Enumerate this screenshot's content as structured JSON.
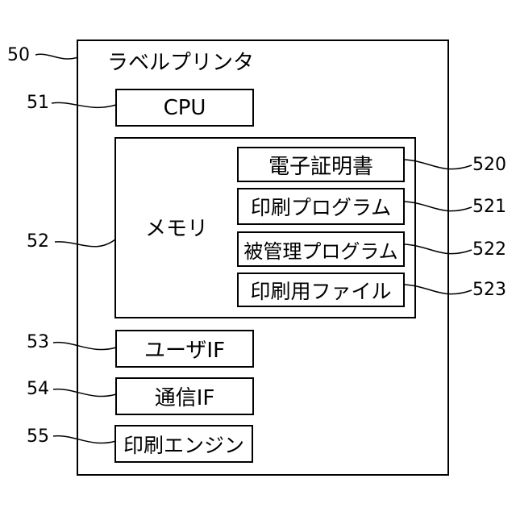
{
  "device": {
    "ref": "50",
    "title": "ラベルプリンタ"
  },
  "cpu": {
    "ref": "51",
    "label": "CPU"
  },
  "memory": {
    "ref": "52",
    "label": "メモリ",
    "items": [
      {
        "ref": "520",
        "label": "電子証明書"
      },
      {
        "ref": "521",
        "label": "印刷プログラム"
      },
      {
        "ref": "522",
        "label": "被管理プログラム"
      },
      {
        "ref": "523",
        "label": "印刷用ファイル"
      }
    ]
  },
  "user_if": {
    "ref": "53",
    "label": "ユーザIF"
  },
  "comm_if": {
    "ref": "54",
    "label": "通信IF"
  },
  "print_engine": {
    "ref": "55",
    "label": "印刷エンジン"
  }
}
